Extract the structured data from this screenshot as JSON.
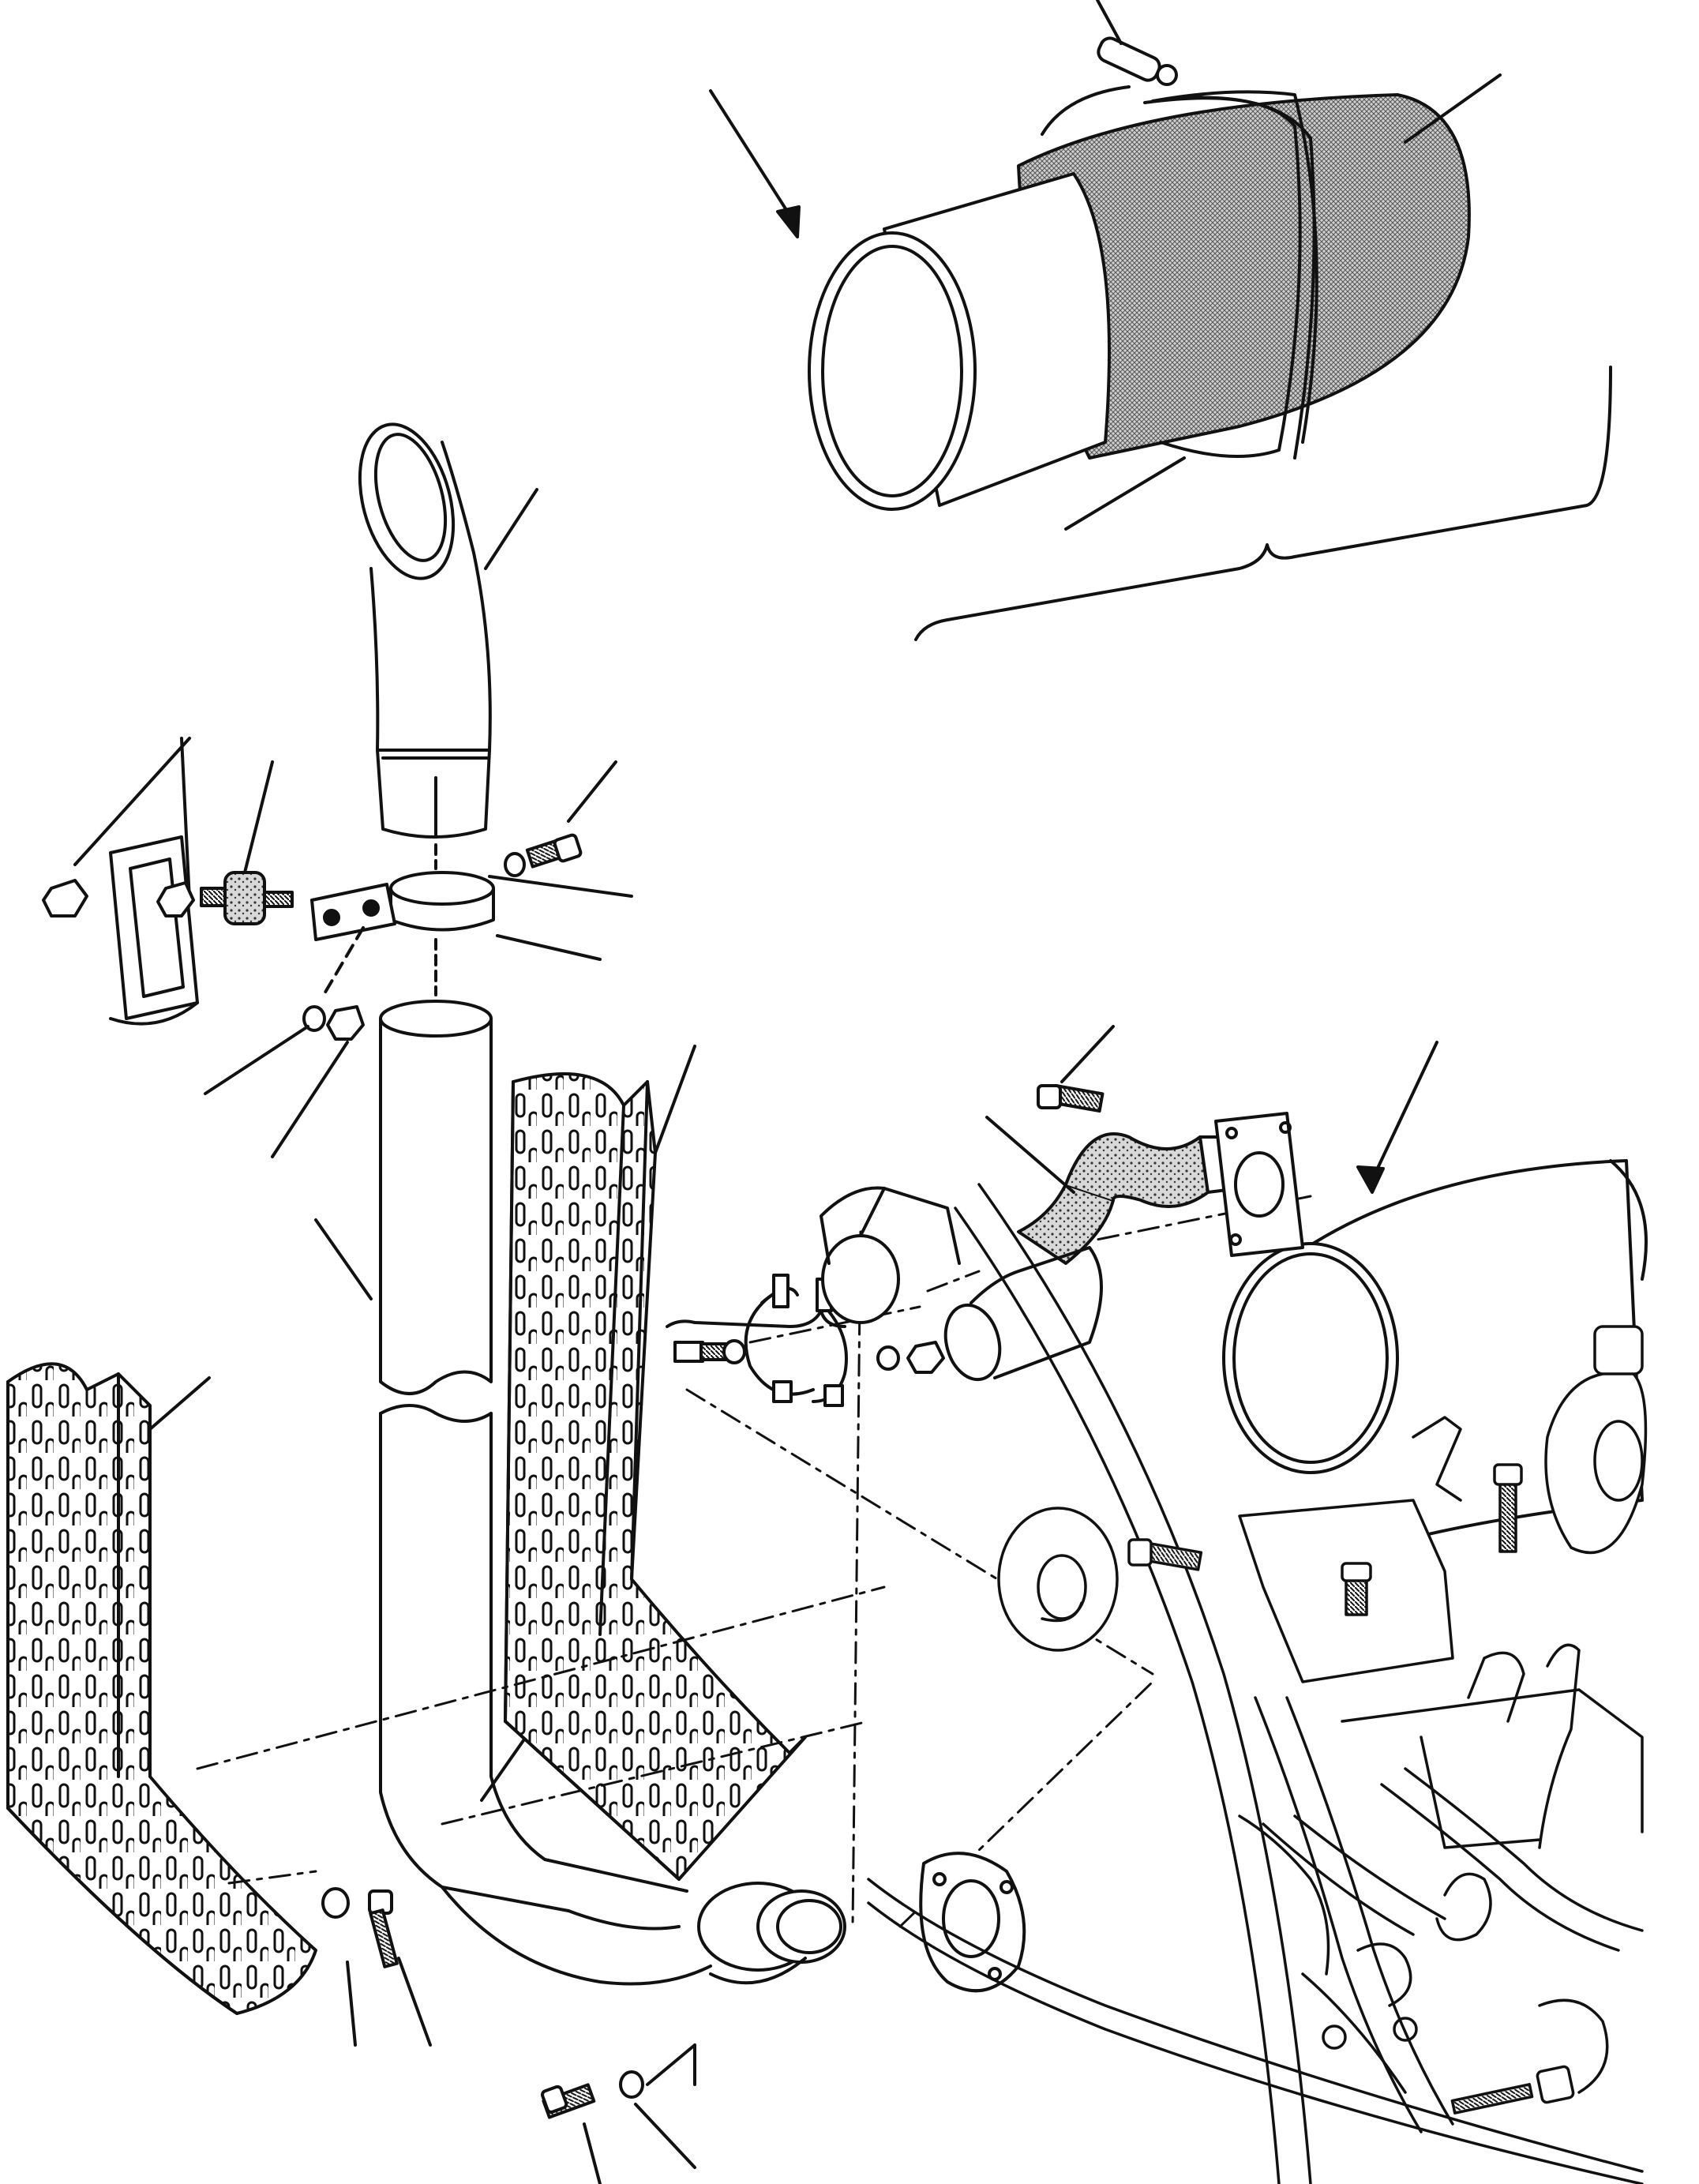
{
  "diagram": {
    "style": "exploded-view technical line drawing, no visible text labels",
    "colors": {
      "ink": "#111111",
      "paper": "#ffffff",
      "shade": "#7a7a7a"
    },
    "components": [
      "tailpipe-elbow",
      "pipe-clamp",
      "rubber-mount",
      "mounting-bracket",
      "exhaust-pipe",
      "perforated-heat-shield-left",
      "perforated-heat-shield-right",
      "muffler",
      "flex-pipe",
      "saddle-clamp",
      "flange-gasket",
      "muffler-insulation-detail",
      "engine-assembly"
    ]
  }
}
